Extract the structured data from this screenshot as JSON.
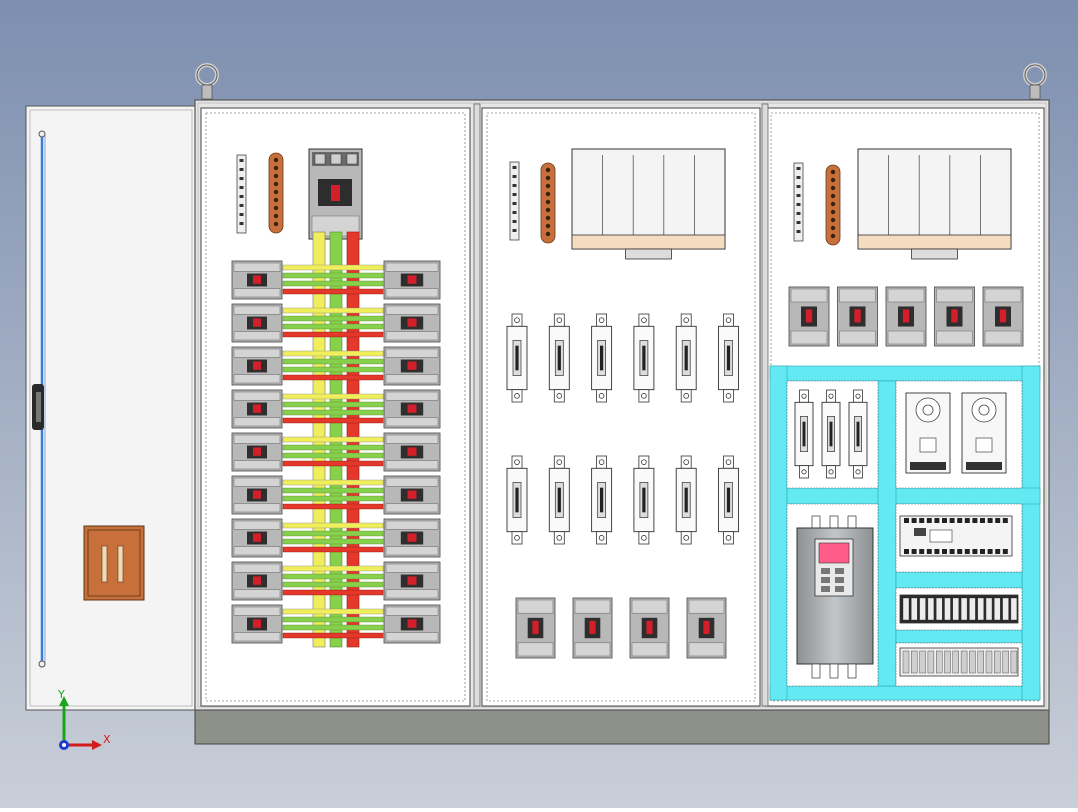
{
  "colors": {
    "background_top": "#7d8fb0",
    "background_bottom": "#c9cfd8",
    "cabinet_frame": "#e6e6e6",
    "panel": "#ffffff",
    "plinth": "#8e9189",
    "busbar_red": "#e5372a",
    "busbar_green": "#86d04b",
    "busbar_yellow": "#f0ee5a",
    "copper": "#c8703c",
    "din_cyan": "#63e9f2",
    "door_wire": "#3a7cd6",
    "breaker_grey": "#b8b8b8",
    "breaker_red": "#d31f2a",
    "vfd_grey": "#9ea2a4",
    "vfd_screen": "#ff5c8a",
    "axis_x": "#d21c1c",
    "axis_y": "#1aa51a",
    "axis_z": "#1c3bd2"
  },
  "axis": {
    "x_label": "X",
    "y_label": "Y"
  },
  "components": {
    "left_bay": {
      "main_breaker_count": 1,
      "feeder_rows": 9,
      "feeder_breakers_per_side": 1,
      "busbars": [
        "yellow",
        "green",
        "green",
        "red",
        "red"
      ]
    },
    "middle_bay": {
      "fuse_holder_rows": 2,
      "fuse_holders_per_row": 6,
      "small_breakers": 4
    },
    "right_bay": {
      "small_breakers": 5,
      "fuse_holders": 3,
      "power_supplies": 2,
      "vfd_count": 1,
      "terminal_rows": 2
    }
  }
}
